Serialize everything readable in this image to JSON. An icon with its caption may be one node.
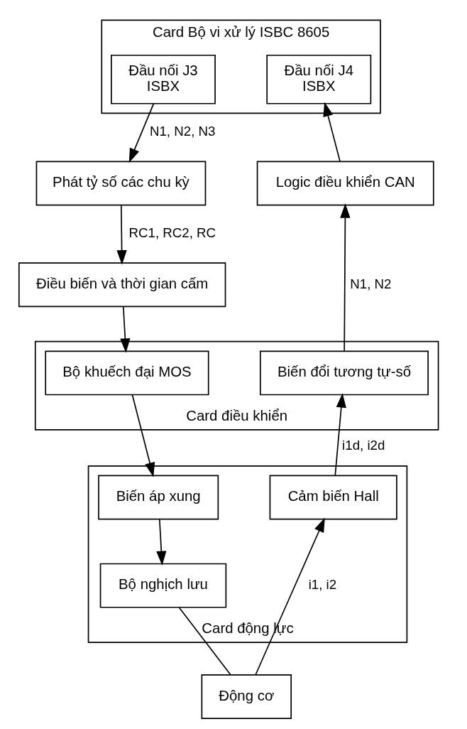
{
  "diagram": {
    "nodes": [
      {
        "text": [
          "Card Bộ vi xử lý ISBC 8605"
        ]
      },
      {
        "text": [
          "Đầu nối J3",
          "ISBX"
        ],
        "in": 0
      },
      {
        "text": [
          "Đầu nối J4",
          "ISBX"
        ],
        "in": 0
      },
      {
        "text": [
          "Phát tỷ số các chu kỳ"
        ]
      },
      {
        "text": [
          "Logic điều khiển CAN"
        ]
      },
      {
        "text": [
          "Điều biến và thời gian cấm"
        ]
      },
      {
        "text": [
          "Card điều khiển"
        ]
      },
      {
        "text": [
          "Bộ khuếch đại MOS"
        ],
        "in": 6
      },
      {
        "text": [
          "Biến đổi tương tự-số"
        ],
        "in": 6
      },
      {
        "text": [
          "Card động lực"
        ]
      },
      {
        "text": [
          "Cảm biến Hall"
        ],
        "in": 9
      },
      {
        "text": [
          "Biến áp xung"
        ],
        "in": 9
      },
      {
        "text": [
          "Bộ nghịch lưu"
        ],
        "in": 9
      },
      {
        "text": [
          "Động cơ"
        ]
      }
    ],
    "edges": [
      {
        "from": 1,
        "to": 3,
        "arrow": "to",
        "label": "N1, N2, N3"
      },
      {
        "from": 3,
        "to": 5,
        "arrow": "to",
        "label": "RC1, RC2, RC"
      },
      {
        "from": 5,
        "to": 7,
        "arrow": "to"
      },
      {
        "from": 7,
        "to": 11,
        "arrow": "to"
      },
      {
        "from": 11,
        "to": 12,
        "arrow": "to"
      },
      {
        "from": 12,
        "to": 13,
        "arrow": "none"
      },
      {
        "from": 13,
        "to": 10,
        "arrow": "to",
        "label": "i1, i2"
      },
      {
        "from": 10,
        "to": 8,
        "arrow": "to",
        "label": "i1d, i2d"
      },
      {
        "from": 8,
        "to": 4,
        "arrow": "to",
        "label": "N1, N2"
      },
      {
        "from": 4,
        "to": 2,
        "arrow": "to"
      }
    ]
  }
}
